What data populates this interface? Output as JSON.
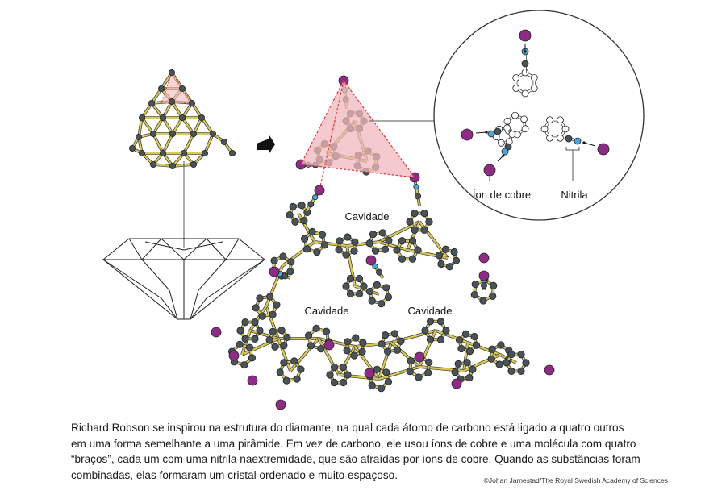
{
  "labels": {
    "cavity_top": "Cavidade",
    "cavity_left": "Cavidade",
    "cavity_right": "Cavidade",
    "copper_ion": "Íon de cobre",
    "nitrile": "Nitrila"
  },
  "caption": {
    "lines": [
      "Richard Robson se inspirou na estrutura do diamante, na qual cada átomo de carbono está ligado a quatro outros",
      "em uma forma semelhante a uma pirâmide. Em vez de carbono, ele usou íons de cobre e uma molécula com quatro",
      "“braços”, cada um com uma nitrila naextremidade, que são atraídas por íons de cobre. Quando as substâncias foram",
      "combinadas, elas formaram um cristal ordenado e muito espaçoso."
    ]
  },
  "credit": "©Johan Jarnestad/The Royal Swedish Academy of Sciences",
  "colors": {
    "carbon": "#4a535a",
    "bond": "#d9c95a",
    "copper": "#8e2b85",
    "nitrogen": "#4aa8d8",
    "pyramid_fill": "#f2b8bd",
    "pyramid_edge": "#e0323c"
  }
}
